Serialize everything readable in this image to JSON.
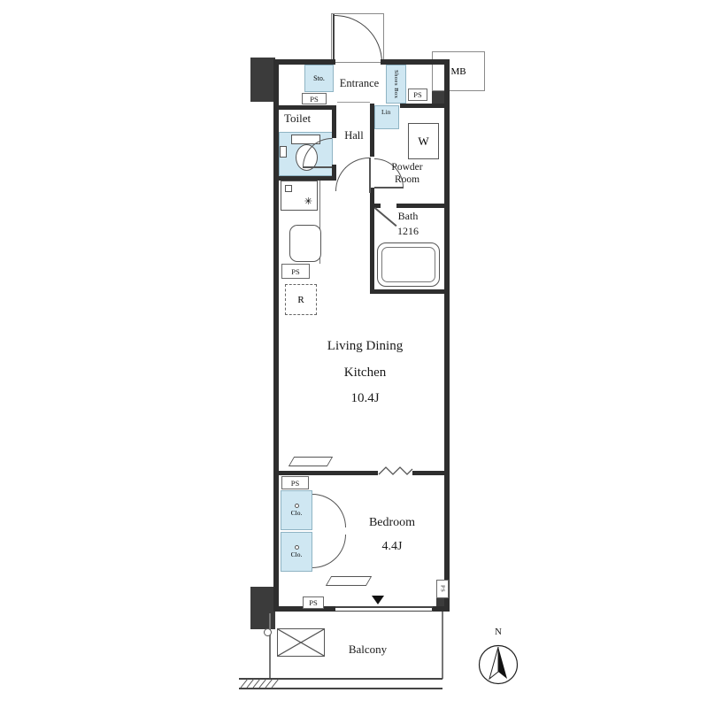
{
  "plan": {
    "rooms": {
      "entrance": "Entrance",
      "hall": "Hall",
      "toilet": "Toilet",
      "powder_room": [
        "Powder",
        "Room"
      ],
      "bath": "Bath",
      "bath_size": "1216",
      "ldk": [
        "Living Dining",
        "Kitchen"
      ],
      "ldk_size": "10.4J",
      "bedroom": "Bedroom",
      "bedroom_size": "4.4J",
      "balcony": "Balcony"
    },
    "storage": {
      "sto": "Sto.",
      "shoes_box": "Shoes Box",
      "lin": "Lin",
      "closet": "Clo.",
      "refrigerator": "R"
    },
    "labels": {
      "mb": "MB",
      "ps": "PS",
      "washer": "W",
      "north": "N"
    },
    "icons": {
      "stove_burner": "✳"
    },
    "colors": {
      "wall": "#2e2e2e",
      "column": "#3b3b3b",
      "fixture_blue": "#cfe7f2",
      "line": "#555555"
    }
  }
}
